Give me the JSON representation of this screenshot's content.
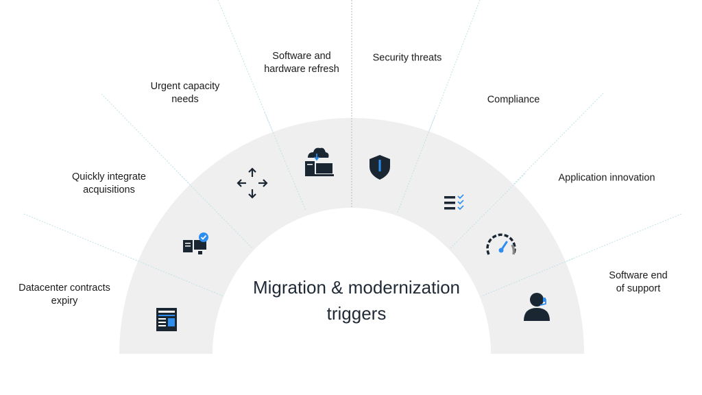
{
  "diagram": {
    "title_lines": [
      "Migration & modernization",
      "triggers"
    ],
    "colors": {
      "band": "#efefef",
      "icon_dark": "#1b2633",
      "icon_accent": "#2e8ef0",
      "spoke": "#bfe0e8"
    },
    "triggers": [
      {
        "lines": [
          "Datacenter contracts",
          "expiry"
        ],
        "icon": "document-icon"
      },
      {
        "lines": [
          "Quickly integrate",
          "acquisitions"
        ],
        "icon": "servers-check-icon"
      },
      {
        "lines": [
          "Urgent capacity",
          "needs"
        ],
        "icon": "expand-arrows-icon"
      },
      {
        "lines": [
          "Software and",
          "hardware refresh"
        ],
        "icon": "cloud-devices-icon"
      },
      {
        "lines": [
          "Security threats"
        ],
        "icon": "shield-icon"
      },
      {
        "lines": [
          "Compliance"
        ],
        "icon": "checklist-icon"
      },
      {
        "lines": [
          "Application innovation"
        ],
        "icon": "speedometer-icon"
      },
      {
        "lines": [
          "Software end",
          "of support"
        ],
        "icon": "support-agent-icon"
      }
    ]
  }
}
